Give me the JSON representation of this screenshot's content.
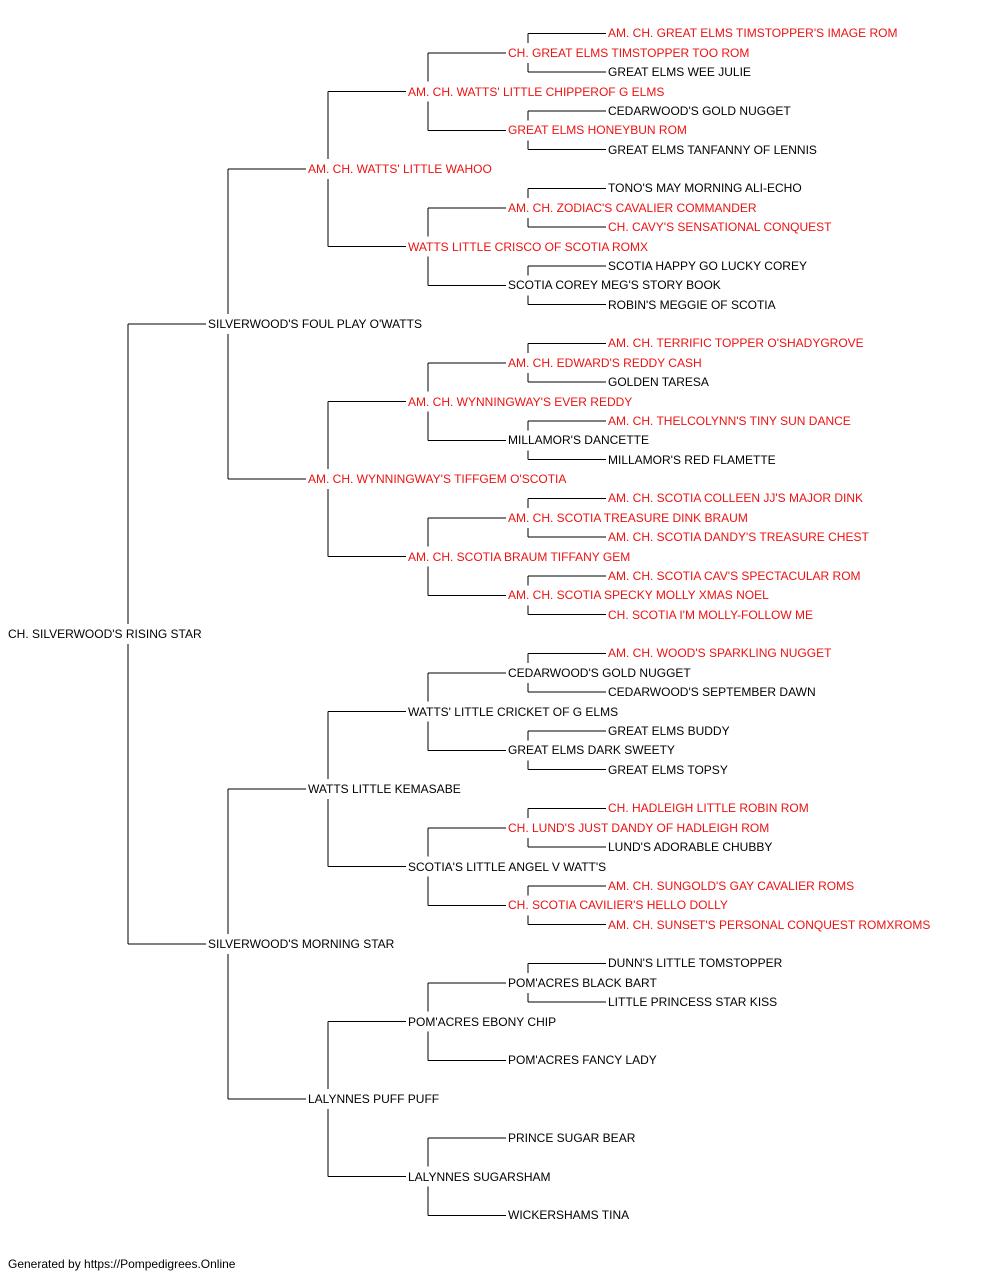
{
  "footer": "Generated by https://Pompedigrees.Online",
  "colors": {
    "champion": "#ee1111",
    "normal": "#000000",
    "line": "#000000"
  },
  "pedigree": {
    "name": "CH. SILVERWOOD'S RISING STAR",
    "red": false,
    "sire": {
      "name": "SILVERWOOD'S FOUL PLAY O'WATTS",
      "red": false,
      "sire": {
        "name": "AM. CH. WATTS' LITTLE WAHOO",
        "red": true,
        "sire": {
          "name": "AM. CH. WATTS' LITTLE CHIPPEROF G ELMS",
          "red": true,
          "sire": {
            "name": "CH. GREAT ELMS TIMSTOPPER TOO ROM",
            "red": true,
            "sire": {
              "name": "AM. CH. GREAT ELMS TIMSTOPPER'S IMAGE ROM",
              "red": true
            },
            "dam": {
              "name": "GREAT ELMS WEE JULIE",
              "red": false
            }
          },
          "dam": {
            "name": "GREAT ELMS HONEYBUN ROM",
            "red": true,
            "sire": {
              "name": "CEDARWOOD'S GOLD NUGGET",
              "red": false
            },
            "dam": {
              "name": "GREAT ELMS TANFANNY OF LENNIS",
              "red": false
            }
          }
        },
        "dam": {
          "name": "WATTS LITTLE CRISCO OF SCOTIA ROMX",
          "red": true,
          "sire": {
            "name": "AM. CH. ZODIAC'S CAVALIER COMMANDER",
            "red": true,
            "sire": {
              "name": "TONO'S MAY MORNING ALI-ECHO",
              "red": false
            },
            "dam": {
              "name": "CH. CAVY'S SENSATIONAL CONQUEST",
              "red": true
            }
          },
          "dam": {
            "name": "SCOTIA COREY MEG'S STORY BOOK",
            "red": false,
            "sire": {
              "name": "SCOTIA HAPPY GO LUCKY COREY",
              "red": false
            },
            "dam": {
              "name": "ROBIN'S MEGGIE OF SCOTIA",
              "red": false
            }
          }
        }
      },
      "dam": {
        "name": "AM. CH. WYNNINGWAY'S TIFFGEM O'SCOTIA",
        "red": true,
        "sire": {
          "name": "AM. CH. WYNNINGWAY'S EVER REDDY",
          "red": true,
          "sire": {
            "name": "AM. CH. EDWARD'S REDDY CASH",
            "red": true,
            "sire": {
              "name": "AM. CH. TERRIFIC TOPPER O'SHADYGROVE",
              "red": true
            },
            "dam": {
              "name": "GOLDEN TARESA",
              "red": false
            }
          },
          "dam": {
            "name": "MILLAMOR'S DANCETTE",
            "red": false,
            "sire": {
              "name": "AM. CH. THELCOLYNN'S TINY SUN DANCE",
              "red": true
            },
            "dam": {
              "name": "MILLAMOR'S RED FLAMETTE",
              "red": false
            }
          }
        },
        "dam": {
          "name": "AM. CH. SCOTIA BRAUM TIFFANY GEM",
          "red": true,
          "sire": {
            "name": "AM. CH. SCOTIA TREASURE DINK BRAUM",
            "red": true,
            "sire": {
              "name": "AM. CH. SCOTIA COLLEEN JJ'S MAJOR DINK",
              "red": true
            },
            "dam": {
              "name": "AM. CH. SCOTIA DANDY'S TREASURE CHEST",
              "red": true
            }
          },
          "dam": {
            "name": "AM. CH. SCOTIA SPECKY MOLLY XMAS NOEL",
            "red": true,
            "sire": {
              "name": "AM. CH. SCOTIA CAV'S SPECTACULAR ROM",
              "red": true
            },
            "dam": {
              "name": "CH. SCOTIA I'M MOLLY-FOLLOW ME",
              "red": true
            }
          }
        }
      }
    },
    "dam": {
      "name": "SILVERWOOD'S MORNING STAR",
      "red": false,
      "sire": {
        "name": "WATTS LITTLE KEMASABE",
        "red": false,
        "sire": {
          "name": "WATTS' LITTLE CRICKET OF G ELMS",
          "red": false,
          "sire": {
            "name": "CEDARWOOD'S GOLD NUGGET",
            "red": false,
            "sire": {
              "name": "AM. CH. WOOD'S SPARKLING NUGGET",
              "red": true
            },
            "dam": {
              "name": "CEDARWOOD'S SEPTEMBER DAWN",
              "red": false
            }
          },
          "dam": {
            "name": "GREAT ELMS DARK SWEETY",
            "red": false,
            "sire": {
              "name": "GREAT ELMS BUDDY",
              "red": false
            },
            "dam": {
              "name": "GREAT ELMS TOPSY",
              "red": false
            }
          }
        },
        "dam": {
          "name": "SCOTIA'S LITTLE ANGEL V WATT'S",
          "red": false,
          "sire": {
            "name": "CH. LUND'S JUST DANDY OF HADLEIGH ROM",
            "red": true,
            "sire": {
              "name": "CH. HADLEIGH LITTLE ROBIN ROM",
              "red": true
            },
            "dam": {
              "name": "LUND'S ADORABLE CHUBBY",
              "red": false
            }
          },
          "dam": {
            "name": "CH. SCOTIA CAVILIER'S HELLO DOLLY",
            "red": true,
            "sire": {
              "name": "AM. CH. SUNGOLD'S GAY CAVALIER ROMS",
              "red": true
            },
            "dam": {
              "name": "AM. CH. SUNSET'S PERSONAL CONQUEST ROMXROMS",
              "red": true
            }
          }
        }
      },
      "dam": {
        "name": "LALYNNES PUFF PUFF",
        "red": false,
        "sire": {
          "name": "POM'ACRES EBONY CHIP",
          "red": false,
          "sire": {
            "name": "POM'ACRES BLACK BART",
            "red": false,
            "sire": {
              "name": "DUNN'S LITTLE TOMSTOPPER",
              "red": false
            },
            "dam": {
              "name": "LITTLE PRINCESS STAR KISS",
              "red": false
            }
          },
          "dam": {
            "name": "POM'ACRES FANCY LADY",
            "red": false
          }
        },
        "dam": {
          "name": "LALYNNES SUGARSHAM",
          "red": false,
          "sire": {
            "name": "PRINCE SUGAR BEAR",
            "red": false
          },
          "dam": {
            "name": "WICKERSHAMS TINA",
            "red": false
          }
        }
      }
    }
  }
}
